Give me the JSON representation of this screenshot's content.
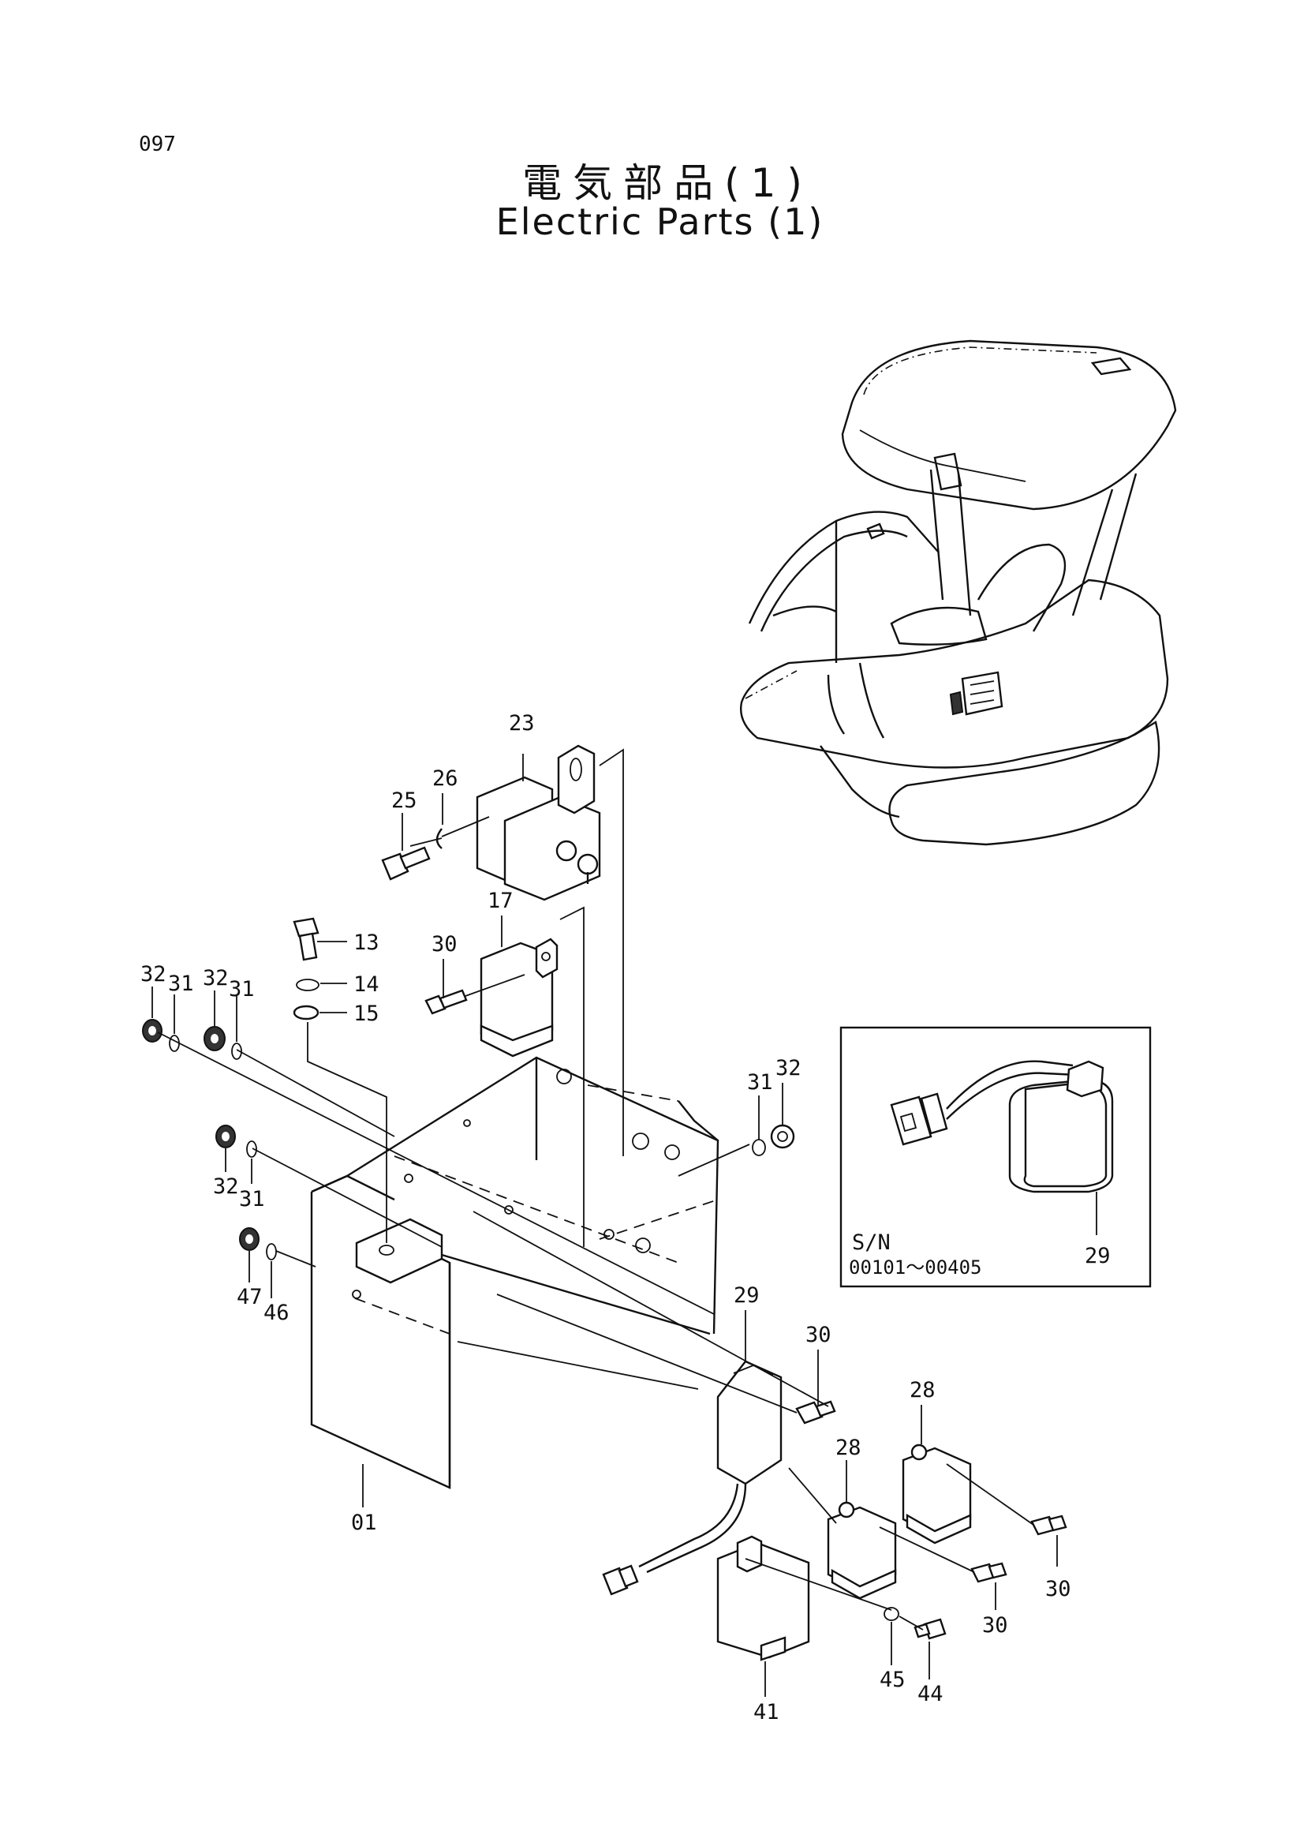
{
  "page": {
    "number": "097",
    "title_jp": "電気部品(1)",
    "title_en": "Electric Parts (1)"
  },
  "inset": {
    "sn_label": "S/N",
    "sn_range": "00101～00405",
    "part_label": "29"
  },
  "callouts": {
    "c01": "01",
    "c13": "13",
    "c14": "14",
    "c15": "15",
    "c17": "17",
    "c23": "23",
    "c25": "25",
    "c26": "26",
    "c28a": "28",
    "c28b": "28",
    "c29": "29",
    "c30a": "30",
    "c30b": "30",
    "c30c": "30",
    "c30d": "30",
    "c31a": "31",
    "c31b": "31",
    "c31c": "31",
    "c31d": "31",
    "c32a": "32",
    "c32b": "32",
    "c32c": "32",
    "c32d": "32",
    "c41": "41",
    "c44": "44",
    "c45": "45",
    "c46": "46",
    "c47": "47"
  }
}
